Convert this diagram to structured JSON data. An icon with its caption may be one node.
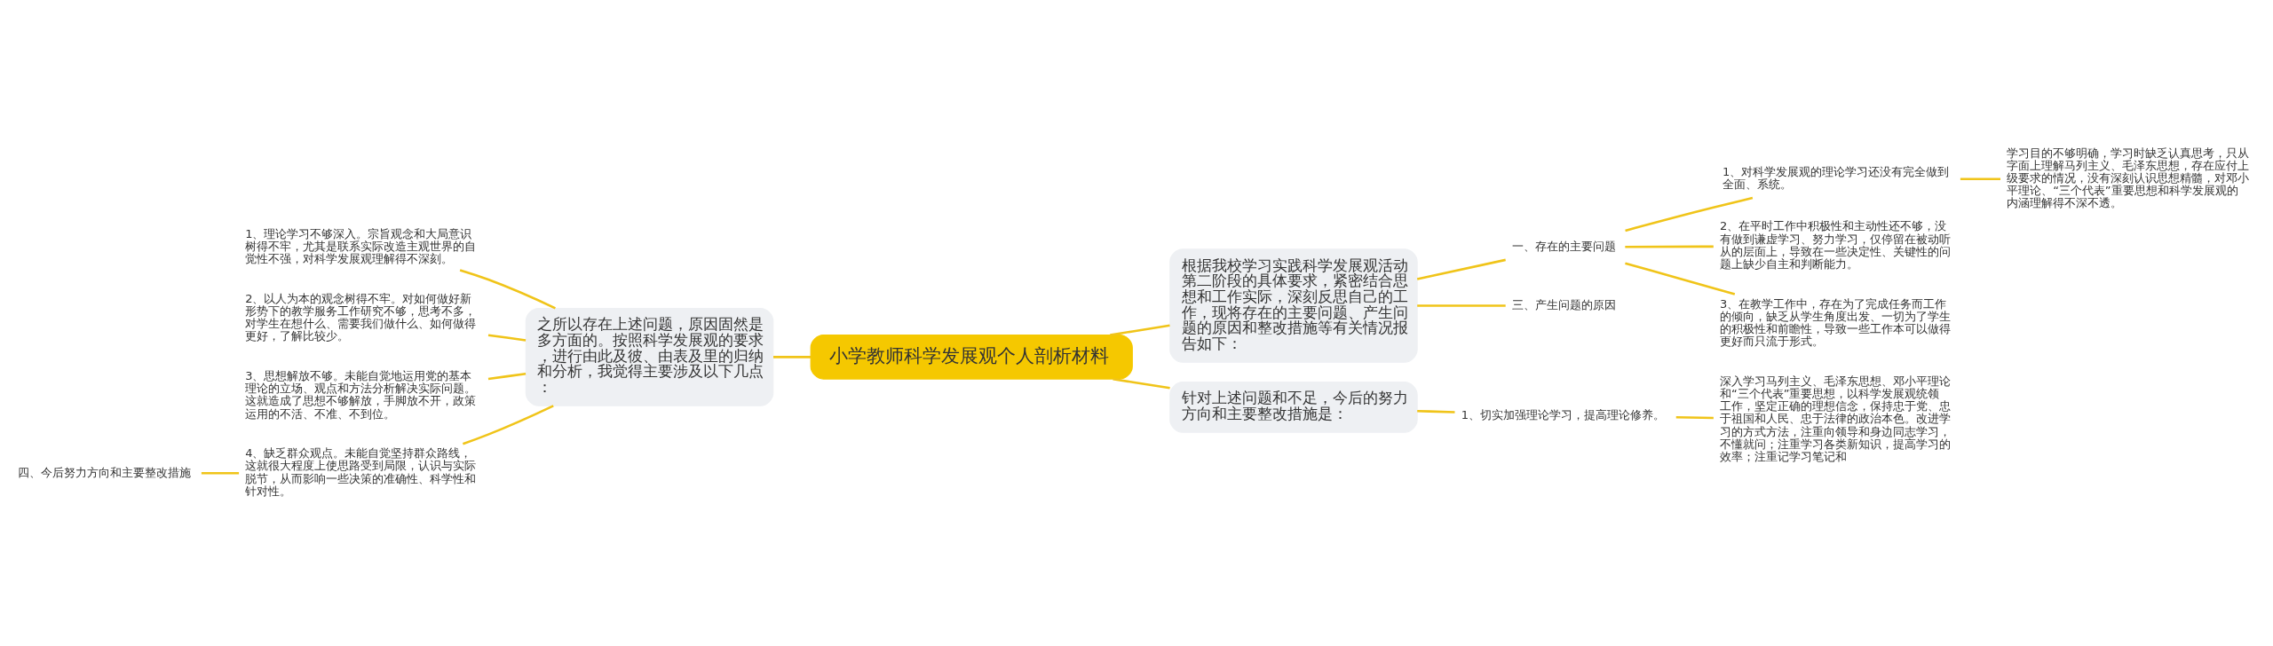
{
  "diagram": {
    "nodes": [
      {
        "text": [
          "小学教师科学发展观个人剖析材料"
        ]
      },
      {
        "text": [
          "根据我校学习实践科学发展观活动第二阶段的具体要求，紧密结合思想和工作实际，深刻反思自己的工作，现将存在的主要问题、产生问题的原因和整改措施等有关情况报告如下："
        ]
      },
      {
        "text": [
          "一、存在的主要问题"
        ]
      },
      {
        "text": [
          "1、对科学发展观的理论学习还没有完全做到全面、系统。"
        ]
      },
      {
        "text": [
          "学习目的不够明确，学习时缺乏认真思考，只从字面上理解马列主义、毛泽东思想，存在应付上级要求的情况，没有深刻认识思想精髓，对邓小平理论、“三个代表”重要思想和科学发展观的内涵理解得不深不透。"
        ]
      },
      {
        "text": [
          "2、在平时工作中积极性和主动性还不够，没有做到谦虚学习、努力学习，仅停留在被动听从的层面上，导致在一些决定性、关键性的问题上缺少自主和判断能力。"
        ]
      },
      {
        "text": [
          "3、在教学工作中，存在为了完成任务而工作的倾向，缺乏从学生角度出发、一切为了学生的积极性和前瞻性，导致一些工作本可以做得更好而只流于形式。"
        ]
      },
      {
        "text": [
          "三、产生问题的原因"
        ]
      },
      {
        "text": [
          "针对上述问题和不足，今后的努力方向和主要整改措施是："
        ]
      },
      {
        "text": [
          "1、切实加强理论学习，提高理论修养。"
        ]
      },
      {
        "text": [
          "深入学习马列主义、毛泽东思想、邓小平理论和“三个代表”重要思想，以科学发展观统领工作，坚定正确的理想信念，保持忠于党、忠于祖国和人民、忠于法律的政治本色。改进学习的方式方法，注重向领导和身边同志学习，不懂就问；注重学习各类新知识，提高学习的效率；注重记学习笔记和"
        ]
      },
      {
        "text": [
          "之所以存在上述问题，原因固然是多方面的。按照科学发展观的要求，进行由此及彼、由表及里的归纳和分析，我觉得主要涉及以下几点："
        ]
      },
      {
        "text": [
          "1、理论学习不够深入。宗旨观念和大局意识树得不牢，尤其是联系实际改造主观世界的自觉性不强，对科学发展观理解得不深刻。"
        ]
      },
      {
        "text": [
          "2、以人为本的观念树得不牢。对如何做好新形势下的教学服务工作研究不够，思考不多，对学生在想什么、需要我们做什么、如何做得更好，了解比较少。"
        ]
      },
      {
        "text": [
          "3、思想解放不够。未能自觉地运用党的基本理论的立场、观点和方法分析解决实际问题。这就造成了思想不够解放，手脚放不开，政策运用的不活、不准、不到位。"
        ]
      },
      {
        "text": [
          "4、缺乏群众观点。未能自觉坚持群众路线，这就很大程度上使思路受到局限，认识与实际脱节，从而影响一些决策的准确性、科学性和针对性。"
        ]
      },
      {
        "text": [
          "四、今后努力方向和主要整改措施"
        ]
      }
    ],
    "edges": [
      {
        "from": 0,
        "to": 1,
        "arrow": "none"
      },
      {
        "from": 1,
        "to": 2,
        "arrow": "none"
      },
      {
        "from": 2,
        "to": 3,
        "arrow": "none"
      },
      {
        "from": 3,
        "to": 4,
        "arrow": "none"
      },
      {
        "from": 2,
        "to": 5,
        "arrow": "none"
      },
      {
        "from": 2,
        "to": 6,
        "arrow": "none"
      },
      {
        "from": 1,
        "to": 7,
        "arrow": "none"
      },
      {
        "from": 0,
        "to": 8,
        "arrow": "none"
      },
      {
        "from": 8,
        "to": 9,
        "arrow": "none"
      },
      {
        "from": 9,
        "to": 10,
        "arrow": "none"
      },
      {
        "from": 0,
        "to": 11,
        "arrow": "none"
      },
      {
        "from": 11,
        "to": 12,
        "arrow": "none"
      },
      {
        "from": 11,
        "to": 13,
        "arrow": "none"
      },
      {
        "from": 11,
        "to": 14,
        "arrow": "none"
      },
      {
        "from": 11,
        "to": 15,
        "arrow": "none"
      },
      {
        "from": 15,
        "to": 16,
        "arrow": "none"
      }
    ]
  }
}
